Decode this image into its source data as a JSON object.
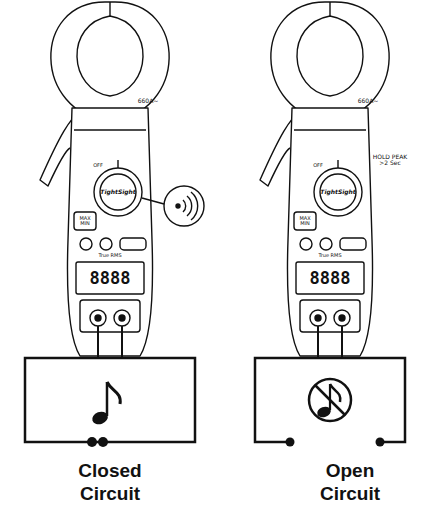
{
  "diagram": {
    "labels": [
      "660A~",
      "TightSight",
      "OFF",
      "MAX MIN",
      "True RMS",
      "8888",
      "660A~",
      "TightSight",
      "OFF",
      "MAX MIN",
      "True RMS",
      "8888",
      "HOLD PEAK >2 Sec",
      "Closed Circuit",
      "Open Circuit"
    ]
  }
}
